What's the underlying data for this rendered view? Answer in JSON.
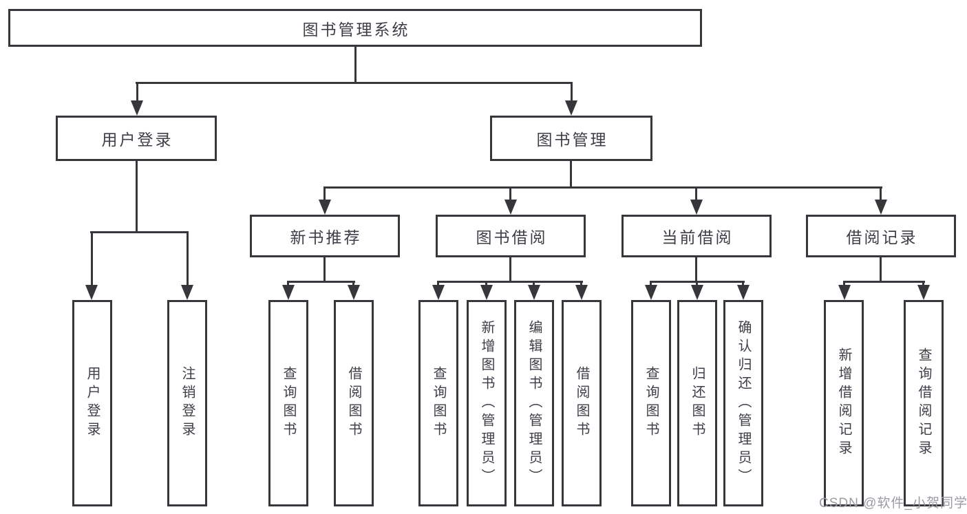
{
  "diagram": {
    "root": "图书管理系统",
    "user_login": {
      "label": "用户登录",
      "leaves": [
        "用户登录",
        "注销登录"
      ]
    },
    "book_management": {
      "label": "图书管理",
      "sections": [
        {
          "label": "新书推荐",
          "leaves": [
            "查询图书",
            "借阅图书"
          ]
        },
        {
          "label": "图书借阅",
          "leaves": [
            "查询图书",
            "新增图书（管理员）",
            "编辑图书（管理员）",
            "借阅图书"
          ]
        },
        {
          "label": "当前借阅",
          "leaves": [
            "查询图书",
            "归还图书",
            "确认归还（管理员）"
          ]
        },
        {
          "label": "借阅记录",
          "leaves": [
            "新增借阅记录",
            "查询借阅记录"
          ]
        }
      ]
    }
  },
  "watermark": "CSDN @软件_小贺同学",
  "colors": {
    "line": "#36363b",
    "text": "#3e3e47",
    "background": "#ffffff",
    "watermark": "#9b9ba3"
  }
}
